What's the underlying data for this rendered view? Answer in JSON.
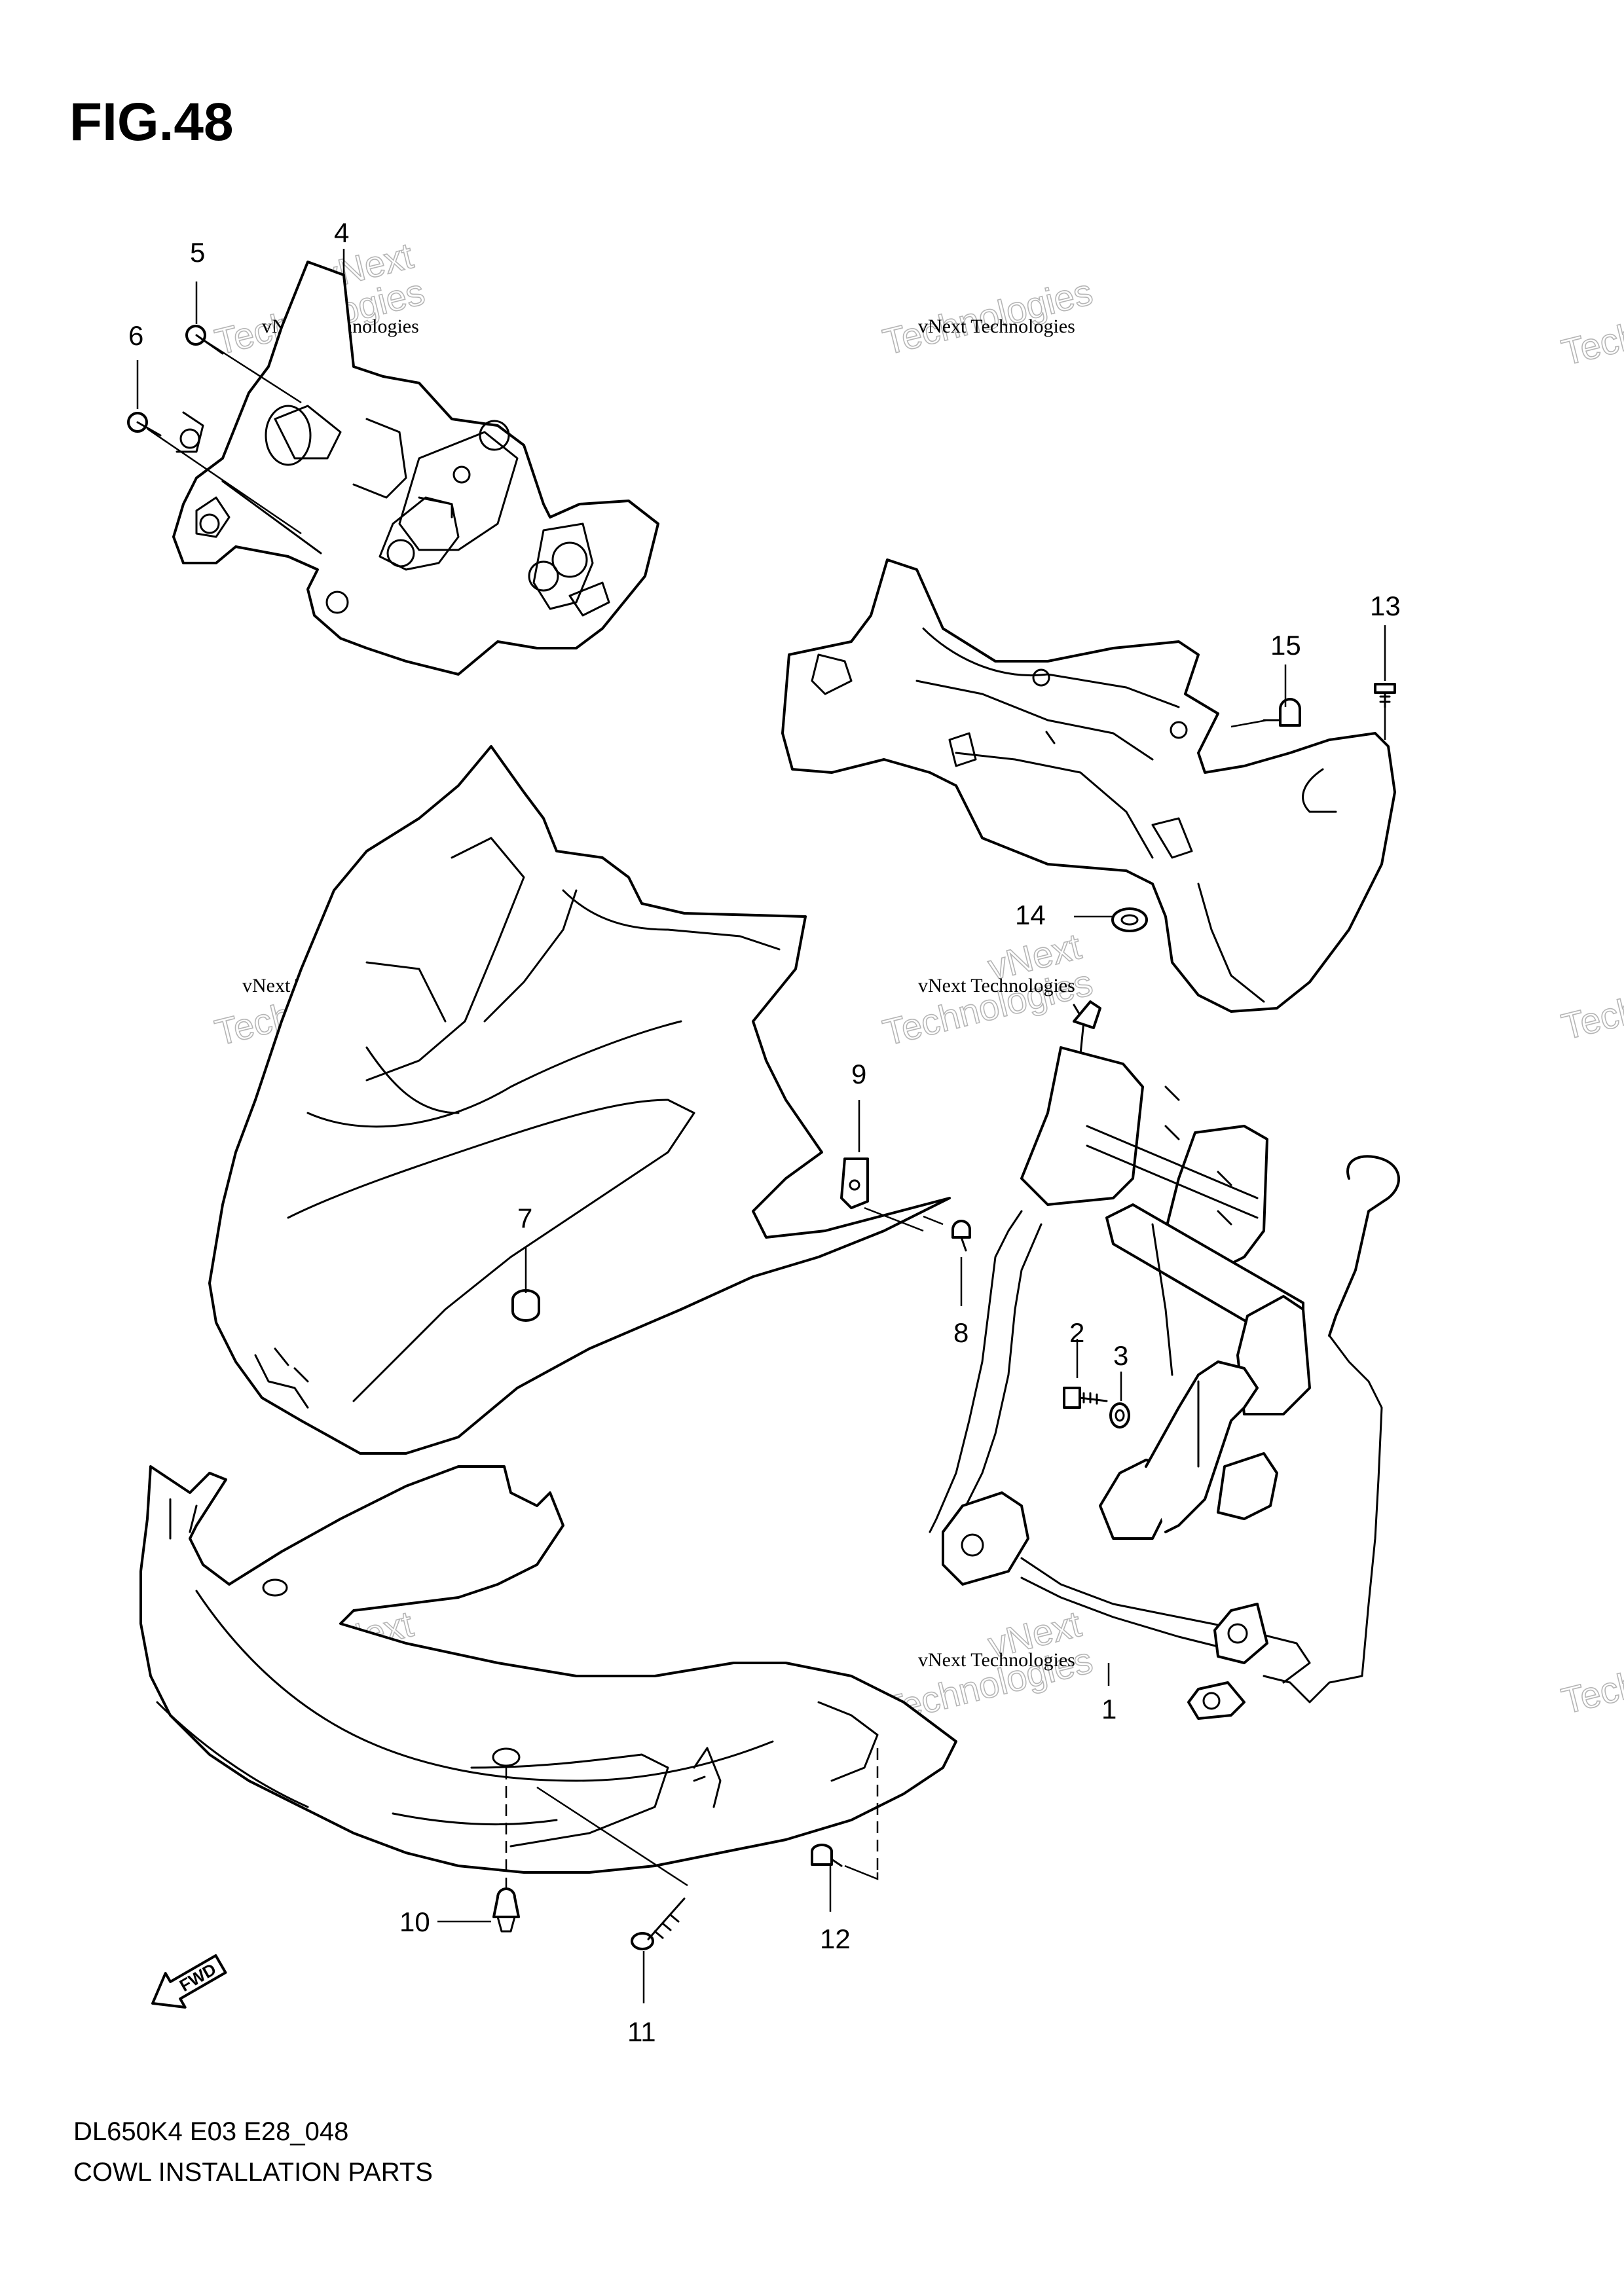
{
  "figure": {
    "title": "FIG.48",
    "code": "DL650K4 E03 E28_048",
    "description": "COWL INSTALLATION PARTS"
  },
  "callouts": [
    {
      "id": "1",
      "label": "1"
    },
    {
      "id": "2",
      "label": "2"
    },
    {
      "id": "3",
      "label": "3"
    },
    {
      "id": "4",
      "label": "4"
    },
    {
      "id": "5",
      "label": "5"
    },
    {
      "id": "6",
      "label": "6"
    },
    {
      "id": "7",
      "label": "7"
    },
    {
      "id": "8",
      "label": "8"
    },
    {
      "id": "9",
      "label": "9"
    },
    {
      "id": "10",
      "label": "10"
    },
    {
      "id": "11",
      "label": "11"
    },
    {
      "id": "12",
      "label": "12"
    },
    {
      "id": "13",
      "label": "13"
    },
    {
      "id": "14",
      "label": "14"
    },
    {
      "id": "15",
      "label": "15"
    }
  ],
  "watermark": {
    "line1": "vNext Technologies",
    "line2": "Technologies",
    "line3": "vNext"
  },
  "fwd_arrow_label": "FWD"
}
